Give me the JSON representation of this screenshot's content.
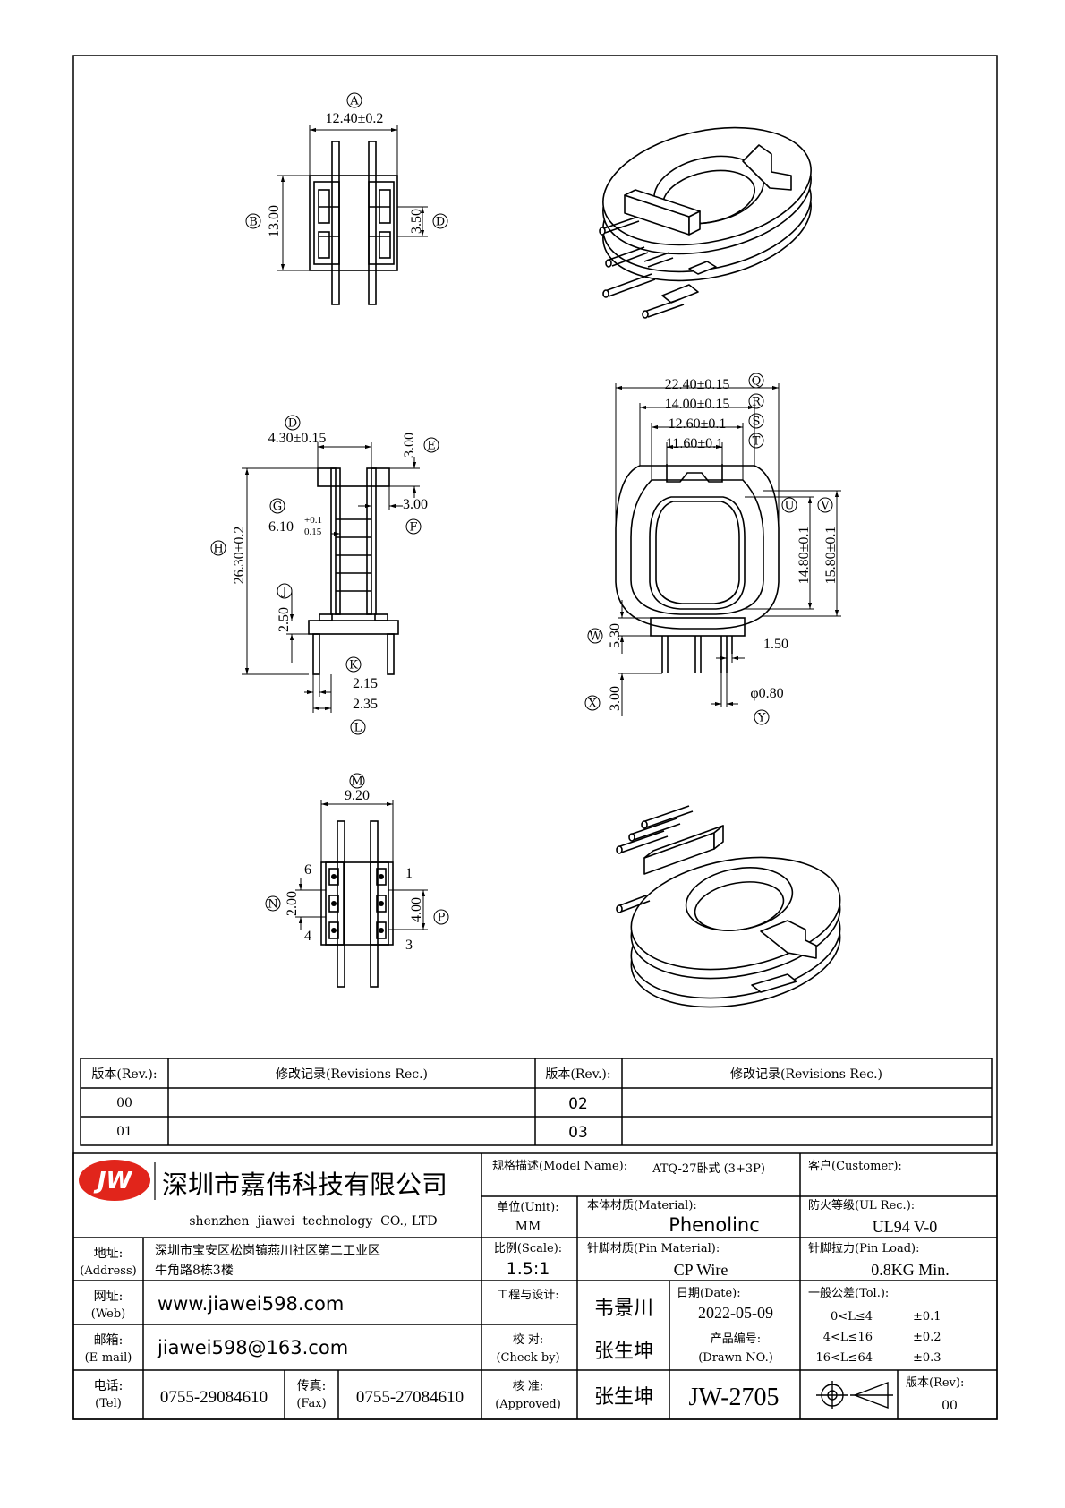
{
  "views": {
    "top": {
      "A": "A",
      "dim_width": "12.40±0.2",
      "B": "B",
      "dim_height": "13.00",
      "D": "D",
      "dim_slot": "3.50"
    },
    "side": {
      "D": "D",
      "dim_top_width": "4.30±0.15",
      "E": "E",
      "dim_flange": "3.00",
      "F": "F",
      "dim_flange_w": "3.00",
      "G": "G",
      "dim_core": "6.10",
      "tol_plus": "+0.1",
      "tol_minus": "0.15",
      "H": "H",
      "dim_height": "26.30±0.2",
      "J": "J",
      "dim_base": "2.50",
      "K": "K",
      "dim_pin_k": "2.15",
      "L": "L",
      "dim_pin_l": "2.35"
    },
    "front": {
      "Q": "Q",
      "dim_q": "22.40±0.15",
      "R": "R",
      "dim_r": "14.00±0.15",
      "S": "S",
      "dim_s": "12.60±0.1",
      "T": "T",
      "dim_t": "11.60±0.1",
      "U": "U",
      "dim_u": "14.80±0.1",
      "V": "V",
      "dim_v": "15.80±0.1",
      "W": "W",
      "dim_w": "5.30",
      "X": "X",
      "dim_x": "3.00",
      "Y": "Y",
      "dim_y": "φ0.80",
      "dim_pin_gap": "1.50"
    },
    "bottom": {
      "M": "M",
      "dim_m": "9.20",
      "N": "N",
      "dim_n": "2.00",
      "P": "P",
      "dim_p": "4.00",
      "pin1": "1",
      "pin3": "3",
      "pin4": "4",
      "pin6": "6"
    }
  },
  "revisions": {
    "hdr_rev": "版本(Rev.):",
    "hdr_rec": "修改记录(Revisions Rec.)",
    "rows_left": [
      "00",
      "01"
    ],
    "rows_right": [
      "02",
      "03"
    ]
  },
  "company": {
    "logo": "JW",
    "name_cn": "深圳市嘉伟科技有限公司",
    "name_en": "shenzhen  jiawei  technology  CO., LTD",
    "address_label_cn": "地址:",
    "address_label_en": "(Address)",
    "address_line1": "深圳市宝安区松岗镇燕川社区第二工业区",
    "address_line2": "牛角路8栋3楼",
    "web_label_cn": "网址:",
    "web_label_en": "(Web)",
    "web": "www.jiawei598.com",
    "email_label_cn": "邮箱:",
    "email_label_en": "(E-mail)",
    "email": "jiawei598@163.com",
    "tel_label_cn": "电话:",
    "tel_label_en": "(Tel)",
    "tel": "0755-29084610",
    "fax_label_cn": "传真:",
    "fax_label_en": "(Fax)",
    "fax": "0755-27084610"
  },
  "title_block": {
    "model_label": "规格描述(Model Name):",
    "model": "ATQ-27卧式 (3+3P)",
    "customer_label": "客户(Customer):",
    "unit_label": "单位(Unit):",
    "unit": "MM",
    "material_label": "本体材质(Material):",
    "material": "Phenolinc",
    "ul_label": "防火等级(UL Rec.):",
    "ul": "UL94 V-0",
    "scale_label": "比例(Scale):",
    "scale": "1.5:1",
    "pin_material_label": "针脚材质(Pin Material):",
    "pin_material": "CP Wire",
    "pin_load_label": "针脚拉力(Pin Load):",
    "pin_load": "0.8KG Min.",
    "design_label": "工程与设计:",
    "designer": "韦景川",
    "date_label": "日期(Date):",
    "date": "2022-05-09",
    "tol_label": "一般公差(Tol.):",
    "tol_rows": [
      {
        "range": "0<L≤4",
        "tol": "±0.1"
      },
      {
        "range": "4<L≤16",
        "tol": "±0.2"
      },
      {
        "range": "16<L≤64",
        "tol": "±0.3"
      }
    ],
    "check_label_cn": "校  对:",
    "check_label_en": "(Check by)",
    "checker": "张生坤",
    "drawno_label_cn": "产品编号:",
    "drawno_label_en": "(Drawn NO.)",
    "approve_label_cn": "核  准:",
    "approve_label_en": "(Approved)",
    "approver": "张生坤",
    "drawn_no": "JW-2705",
    "rev_label": "版本(Rev):",
    "rev": "00"
  }
}
